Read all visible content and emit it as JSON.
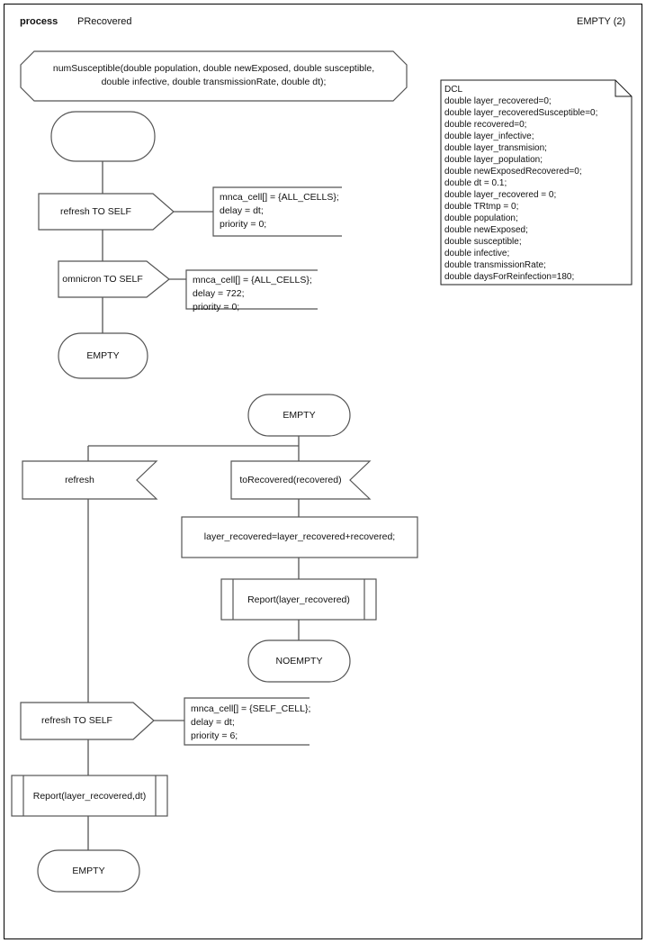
{
  "page": {
    "header_keyword": "process",
    "header_name": "PRecovered",
    "header_right": "EMPTY (2)"
  },
  "procedure_signature": {
    "line1": "numSusceptible(double population, double newExposed, double susceptible,",
    "line2": "double infective, double transmissionRate, double dt);"
  },
  "dcl": {
    "title": "DCL",
    "lines": [
      "double layer_recovered=0;",
      "double layer_recoveredSusceptible=0;",
      "double recovered=0;",
      "double layer_infective;",
      "double layer_transmision;",
      "double layer_population;",
      "double newExposedRecovered=0;",
      "double dt = 0.1;",
      "double layer_recovered = 0;",
      "double TRtmp = 0;",
      "double population;",
      "double newExposed;",
      "double susceptible;",
      "double infective;",
      "double transmissionRate;",
      "double daysForReinfection=180;"
    ]
  },
  "flow": {
    "start_state": "",
    "output_refresh_self_1": "refresh TO SELF",
    "comment_1": {
      "line1": "mnca_cell[] = {ALL_CELLS};",
      "line2": "delay = dt;",
      "line3": "priority = 0;"
    },
    "output_omnicron_self": "omnicron TO SELF",
    "comment_2": {
      "line1": "mnca_cell[] = {ALL_CELLS};",
      "line2": "delay = 722;",
      "line3": "priority = 0;"
    },
    "state_empty_1": "EMPTY",
    "state_empty_2": "EMPTY",
    "input_refresh": "refresh",
    "input_torecovered": "toRecovered(recovered)",
    "task_assign": "layer_recovered=layer_recovered+recovered;",
    "call_report_1": "Report(layer_recovered)",
    "state_noempty": "NOEMPTY",
    "output_refresh_self_2": "refresh TO SELF",
    "comment_3": {
      "line1": "mnca_cell[] = {SELF_CELL};",
      "line2": "delay = dt;",
      "line3": "priority = 6;"
    },
    "call_report_2": "Report(layer_recovered,dt)",
    "state_empty_3": "EMPTY"
  },
  "colors": {
    "stroke": "#555555",
    "text": "#111111",
    "page_border": "#000000",
    "background": "#ffffff"
  }
}
